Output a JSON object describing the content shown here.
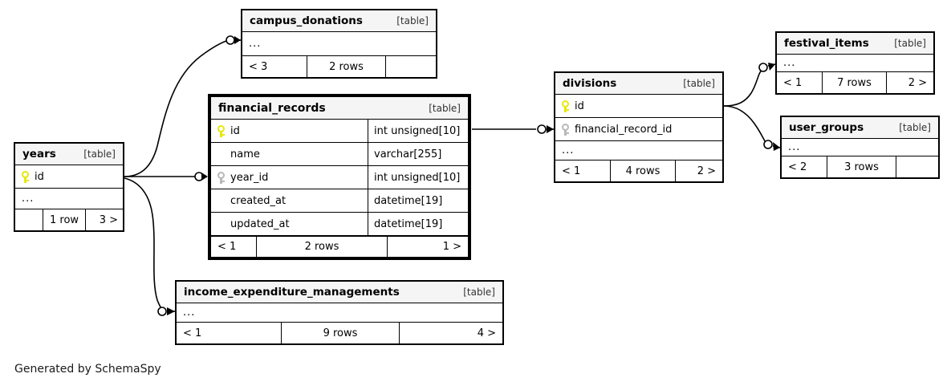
{
  "diagram": {
    "generator_note": "Generated by SchemaSpy",
    "table_tag": "[table]",
    "ellipsis": "...",
    "colors": {
      "primary_key": "#e8e80b",
      "foreign_key": "#b8b8b8",
      "header_background": "#f5f5f5",
      "border": "#000000",
      "background": "#ffffff"
    }
  },
  "tables": {
    "years": {
      "name": "years",
      "tag": "[table]",
      "columns": [
        {
          "key": "pk",
          "name": "id",
          "type": ""
        }
      ],
      "has_ellipsis": true,
      "footer": {
        "left": "",
        "middle": "1 row",
        "right": "3 >"
      }
    },
    "campus_donations": {
      "name": "campus_donations",
      "tag": "[table]",
      "columns": [],
      "has_ellipsis": true,
      "footer": {
        "left": "< 3",
        "middle": "2 rows",
        "right": ""
      }
    },
    "financial_records": {
      "name": "financial_records",
      "tag": "[table]",
      "columns": [
        {
          "key": "pk",
          "name": "id",
          "type": "int unsigned[10]"
        },
        {
          "key": "none",
          "name": "name",
          "type": "varchar[255]"
        },
        {
          "key": "fk",
          "name": "year_id",
          "type": "int unsigned[10]"
        },
        {
          "key": "none",
          "name": "created_at",
          "type": "datetime[19]"
        },
        {
          "key": "none",
          "name": "updated_at",
          "type": "datetime[19]"
        }
      ],
      "has_ellipsis": false,
      "footer": {
        "left": "< 1",
        "middle": "2 rows",
        "right": "1 >"
      }
    },
    "income_expenditure_managements": {
      "name": "income_expenditure_managements",
      "tag": "[table]",
      "columns": [],
      "has_ellipsis": true,
      "footer": {
        "left": "< 1",
        "middle": "9 rows",
        "right": "4 >"
      }
    },
    "divisions": {
      "name": "divisions",
      "tag": "[table]",
      "columns": [
        {
          "key": "pk",
          "name": "id",
          "type": ""
        },
        {
          "key": "fk",
          "name": "financial_record_id",
          "type": ""
        }
      ],
      "has_ellipsis": true,
      "footer": {
        "left": "< 1",
        "middle": "4 rows",
        "right": "2 >"
      }
    },
    "festival_items": {
      "name": "festival_items",
      "tag": "[table]",
      "columns": [],
      "has_ellipsis": true,
      "footer": {
        "left": "< 1",
        "middle": "7 rows",
        "right": "2 >"
      }
    },
    "user_groups": {
      "name": "user_groups",
      "tag": "[table]",
      "columns": [],
      "has_ellipsis": true,
      "footer": {
        "left": "< 2",
        "middle": "3 rows",
        "right": ""
      }
    }
  },
  "relationships": [
    {
      "from": "years",
      "to": "campus_donations"
    },
    {
      "from": "years",
      "to": "financial_records.year_id"
    },
    {
      "from": "years",
      "to": "income_expenditure_managements"
    },
    {
      "from": "financial_records.id",
      "to": "divisions.financial_record_id"
    },
    {
      "from": "divisions.id",
      "to": "festival_items"
    },
    {
      "from": "divisions.id",
      "to": "user_groups"
    }
  ]
}
